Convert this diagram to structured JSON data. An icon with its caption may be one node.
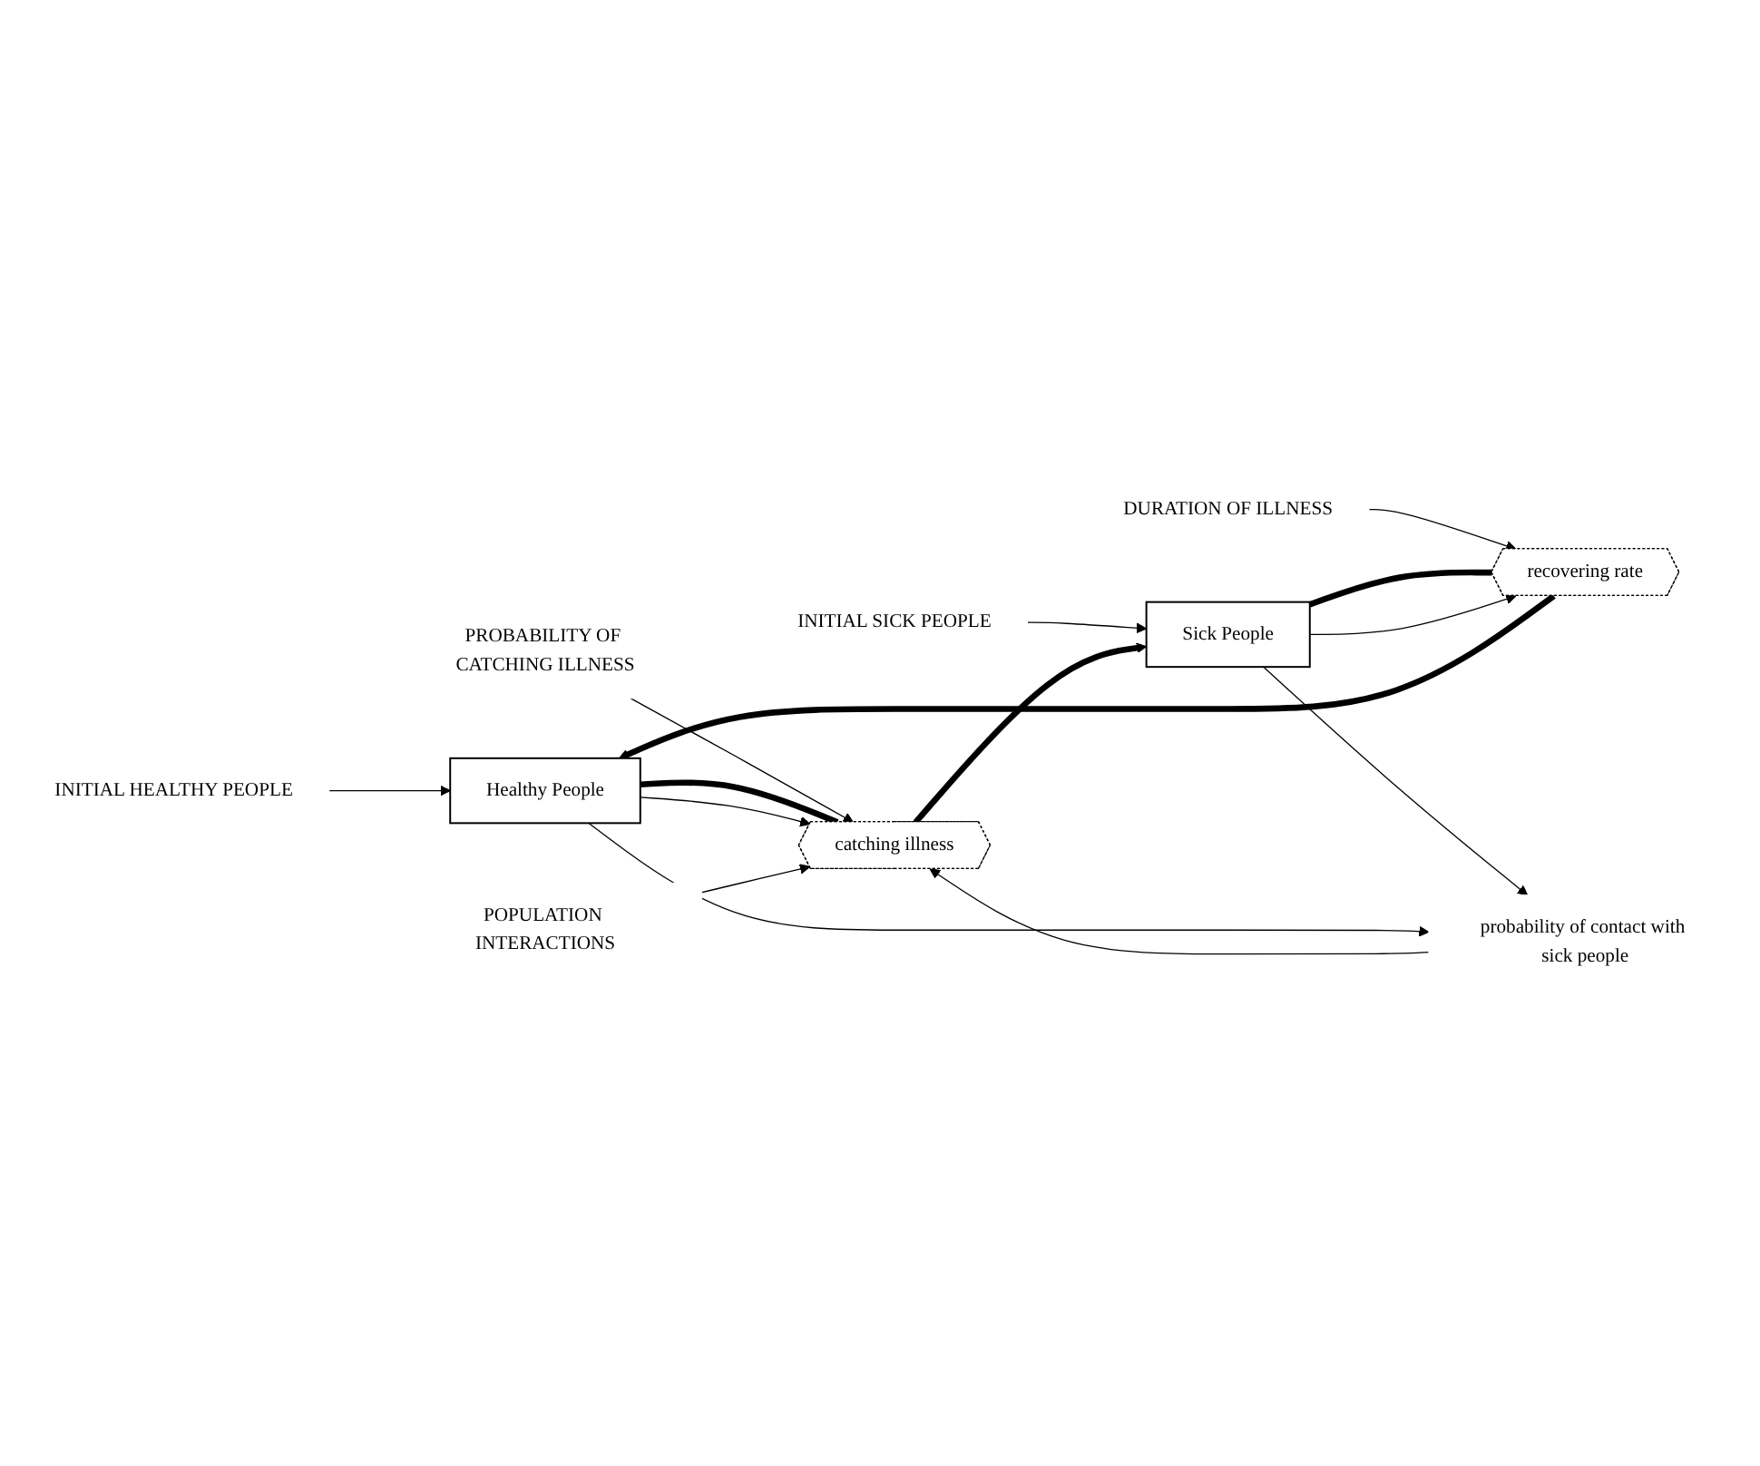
{
  "diagram": {
    "nodes": [
      {
        "text": [
          "INITIAL HEALTHY PEOPLE"
        ]
      },
      {
        "text": [
          "DURATION OF ILLNESS"
        ]
      },
      {
        "text": [
          "INITIAL SICK PEOPLE"
        ]
      },
      {
        "text": [
          "recovering rate"
        ]
      },
      {
        "text": [
          "PROBABILITY OF CATCHING ILLNESS"
        ]
      },
      {
        "text": [
          "Healthy People"
        ]
      },
      {
        "text": [
          "catching illness"
        ]
      },
      {
        "text": [
          "Sick People"
        ]
      },
      {
        "text": [
          "POPULATION INTERACTIONS"
        ]
      },
      {
        "text": [
          "probability of contact with sick people"
        ]
      }
    ],
    "edges": [
      {
        "from": 0,
        "to": 5,
        "arrow": "to"
      },
      {
        "from": 1,
        "to": 3,
        "arrow": "to"
      },
      {
        "from": 2,
        "to": 7,
        "arrow": "to"
      },
      {
        "from": 7,
        "to": 3,
        "arrow": "none",
        "style": "thick"
      },
      {
        "from": 3,
        "to": 5,
        "arrow": "to",
        "style": "thick"
      },
      {
        "from": 7,
        "to": 3,
        "arrow": "to"
      },
      {
        "from": 4,
        "to": 6,
        "arrow": "to"
      },
      {
        "from": 5,
        "to": 6,
        "arrow": "none",
        "style": "thick"
      },
      {
        "from": 6,
        "to": 7,
        "arrow": "to",
        "style": "thick"
      },
      {
        "from": 5,
        "to": 6,
        "arrow": "to"
      },
      {
        "from": 8,
        "to": 6,
        "arrow": "to"
      },
      {
        "from": 9,
        "to": 6,
        "arrow": "to"
      },
      {
        "from": 7,
        "to": 9,
        "arrow": "to"
      },
      {
        "from": 5,
        "to": 9,
        "arrow": "to"
      }
    ]
  }
}
